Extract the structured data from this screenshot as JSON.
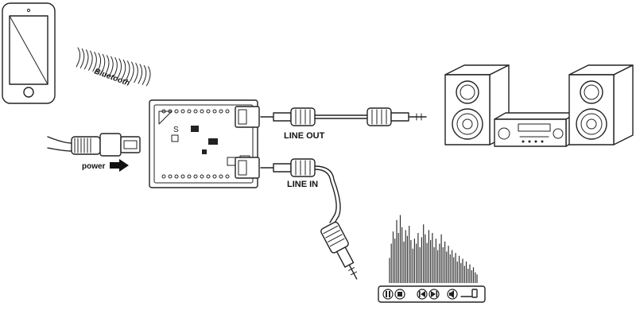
{
  "labels": {
    "bluetooth": "Bluetooth",
    "power": "power",
    "line_out": "LINE OUT",
    "line_in": "LINE IN"
  },
  "audio_levels": [
    0.35,
    0.55,
    0.72,
    0.62,
    0.88,
    0.7,
    0.95,
    0.78,
    0.58,
    0.74,
    0.66,
    0.8,
    0.6,
    0.48,
    0.62,
    0.55,
    0.7,
    0.5,
    0.64,
    0.82,
    0.68,
    0.56,
    0.74,
    0.6,
    0.7,
    0.5,
    0.62,
    0.46,
    0.55,
    0.68,
    0.5,
    0.58,
    0.44,
    0.52,
    0.4,
    0.46,
    0.36,
    0.42,
    0.3,
    0.38,
    0.28,
    0.34,
    0.24,
    0.3,
    0.2,
    0.26,
    0.18,
    0.22,
    0.15,
    0.12
  ],
  "player_controls": [
    "pause-icon",
    "stop-icon",
    "previous-icon",
    "next-icon",
    "volume-icon",
    "volume-slider"
  ]
}
